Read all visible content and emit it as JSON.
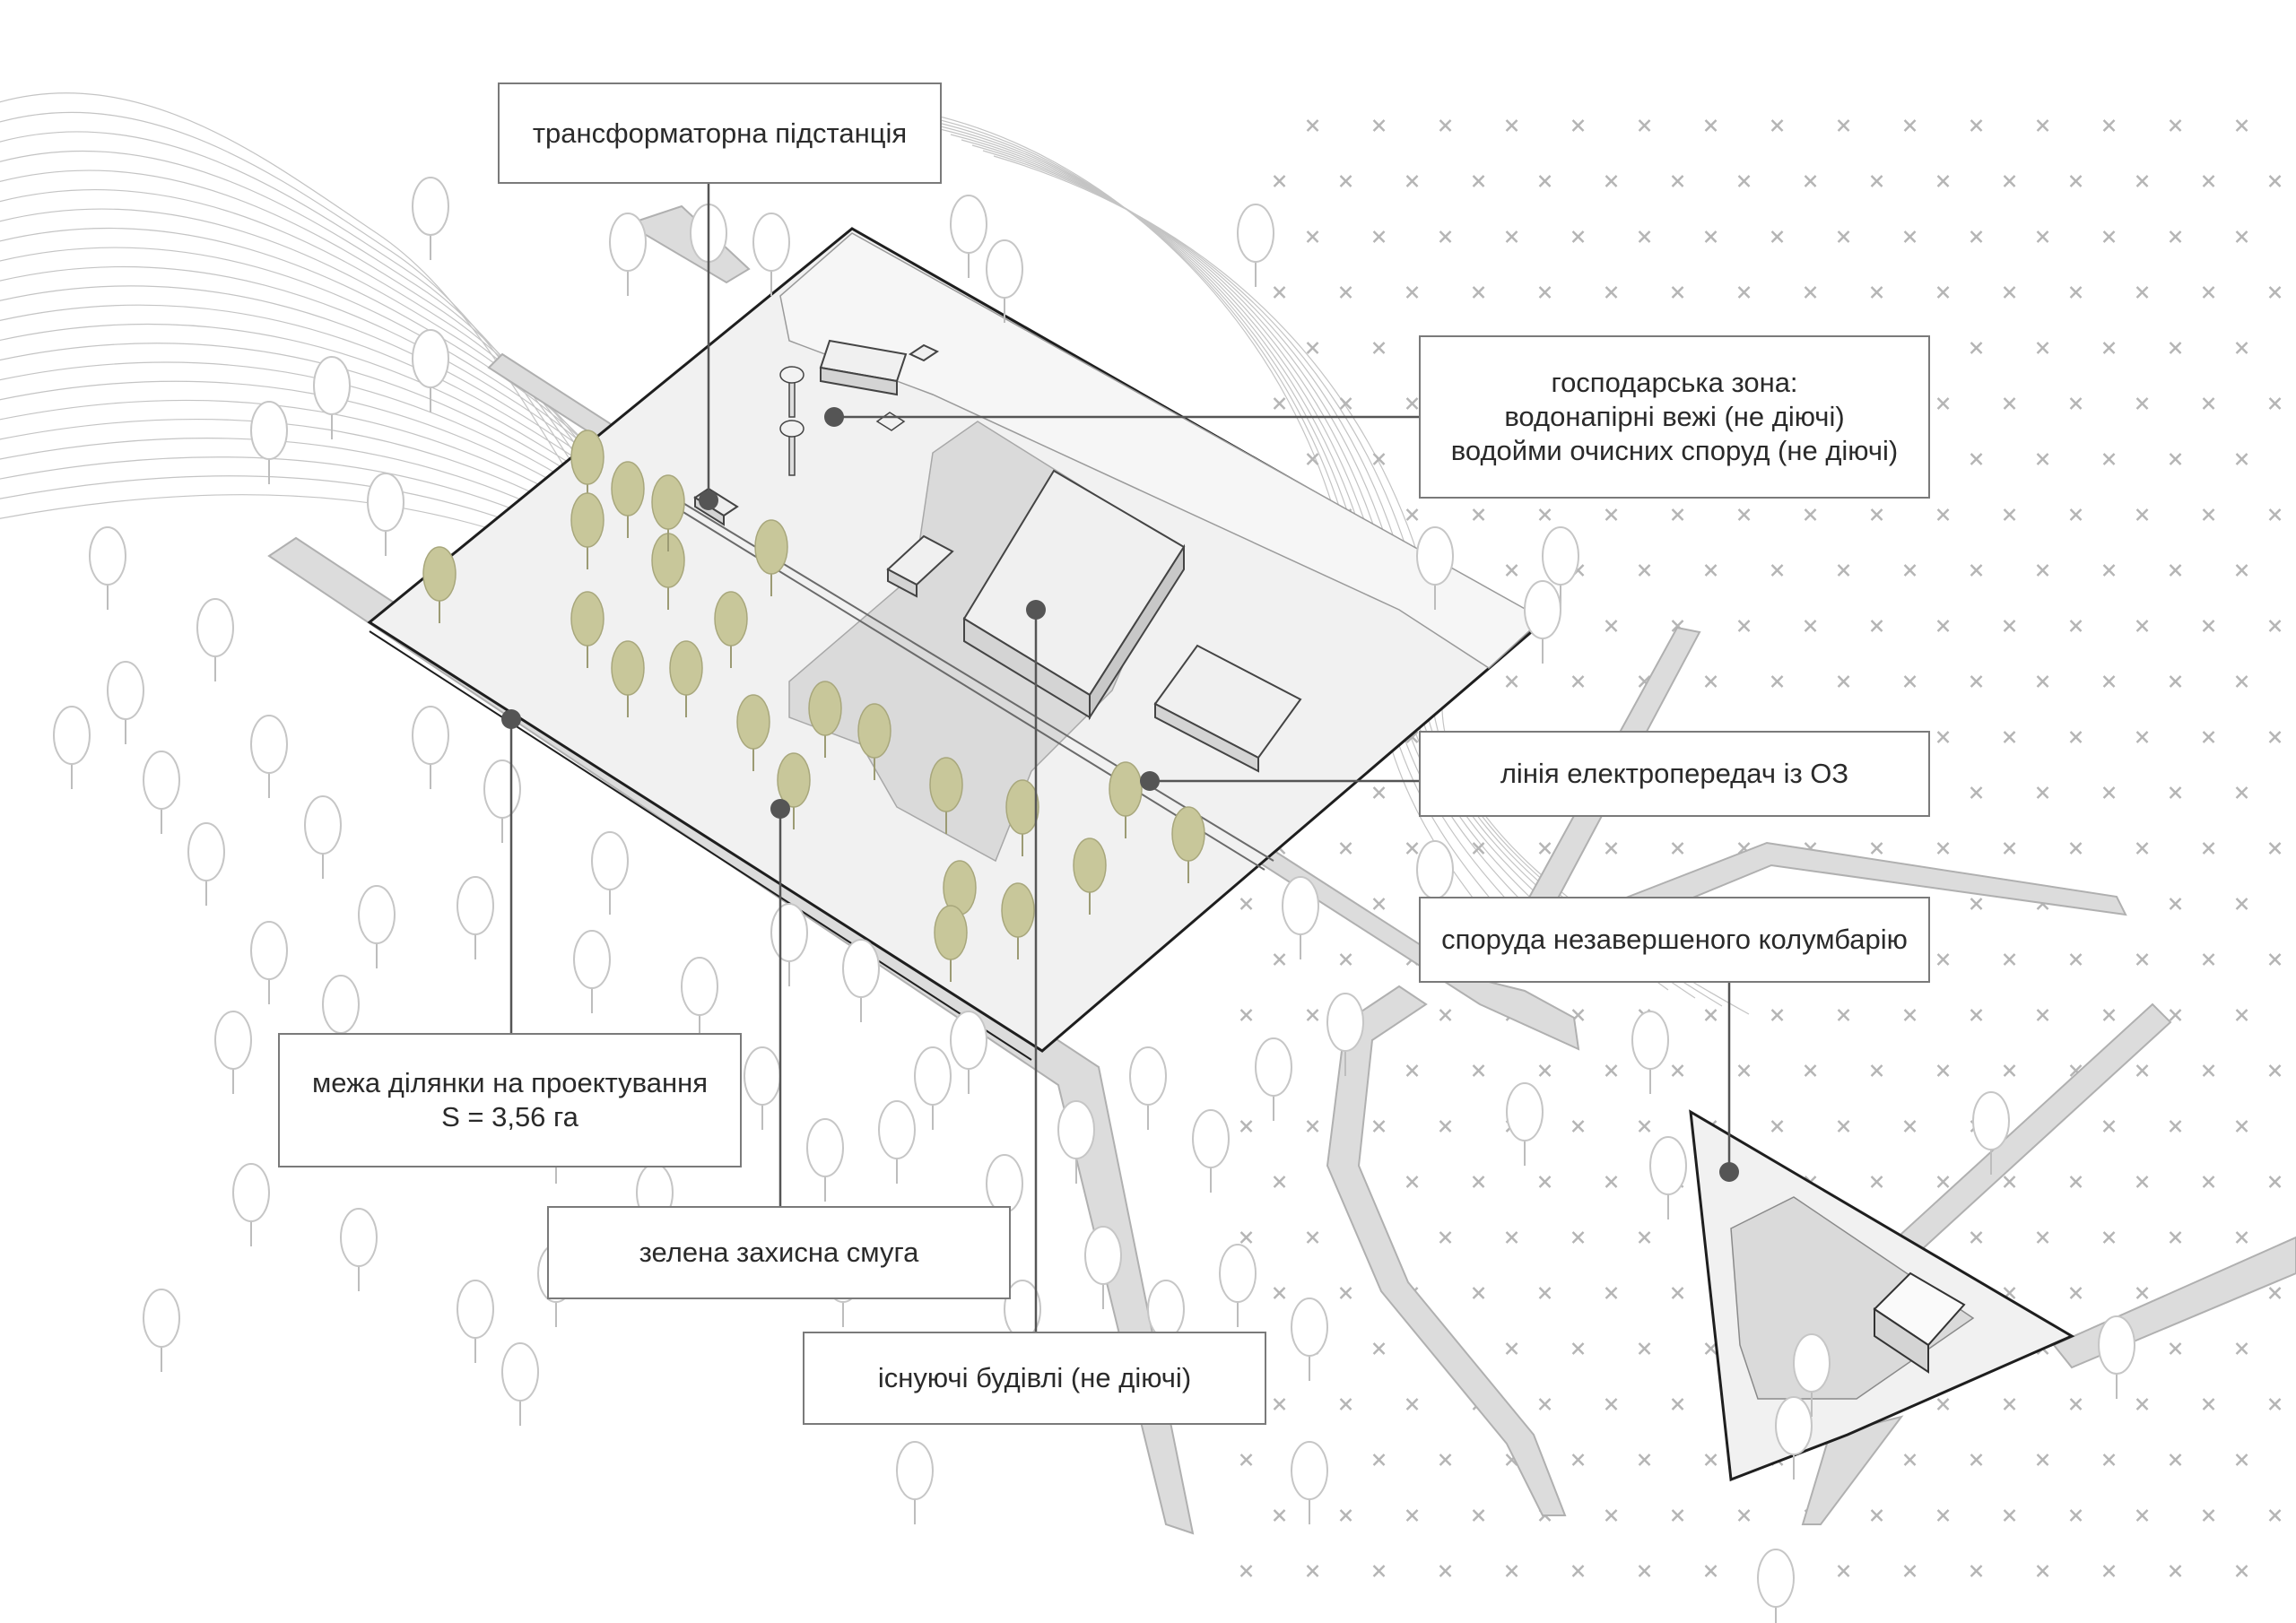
{
  "labels": {
    "substation": "трансформаторна підстанція",
    "utility_zone": {
      "line1": "господарська зона:",
      "line2": "водонапірні вежі (не діючі)",
      "line3": "водойми очисних споруд (не діючі)"
    },
    "power_line": "лінія електропередач із ОЗ",
    "columbarium": "споруда незавершеного колумбарію",
    "site_boundary": {
      "line1": "межа ділянки на проектування",
      "line2": "S = 3,56 га"
    },
    "green_belt": "зелена захисна смуга",
    "existing_buildings": "існуючі будівлі (не діючі)"
  },
  "colors": {
    "callout_border": "#7a7a7a",
    "leader_line": "#555555",
    "marker_dot": "#555555",
    "site_fill": "#f1f1f1",
    "road_fill": "#dcdcdc",
    "building_fill": "#e6e6e6",
    "green_tree": "#c8c79a",
    "contour": "#c4c4c4",
    "grass_mark": "#b5b5b5"
  },
  "icons": {
    "marker": "filled-circle",
    "tree": "deciduous-tree-elevation",
    "grass": "x-cross-mark"
  }
}
